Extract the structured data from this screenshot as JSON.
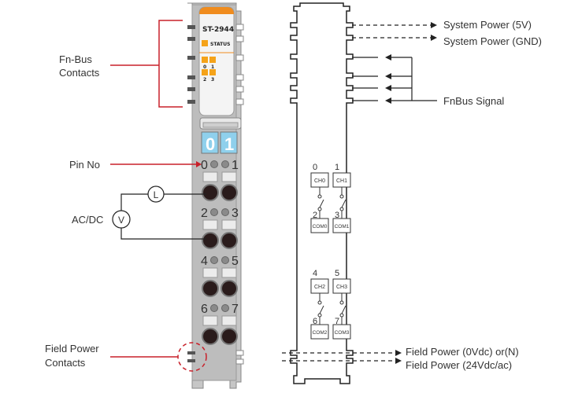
{
  "diagram": {
    "title": "ST-2944 module wiring diagram",
    "module": {
      "model": "ST-2944",
      "status_label": "STATUS",
      "led_labels": [
        "0",
        "1",
        "2",
        "3"
      ],
      "channel_indicator": [
        "0",
        "1"
      ],
      "pin_numbers": [
        "0",
        "1",
        "2",
        "3",
        "4",
        "5",
        "6",
        "7"
      ],
      "colors": {
        "header": "#f08c1e",
        "led": "#f5a31a",
        "window": "#8fd0ec",
        "body": "#c9c9c9"
      }
    },
    "left_labels": {
      "fn_bus_line1": "Fn-Bus",
      "fn_bus_line2": "Contacts",
      "pin_no": "Pin No",
      "ac_dc": "AC/DC",
      "load_symbol": "L",
      "voltage_symbol": "V",
      "field_power_line1": "Field Power",
      "field_power_line2": "Contacts"
    },
    "schematic": {
      "channels": [
        {
          "pin_top": "0",
          "box_top": "CH0",
          "pin_bottom": "2",
          "box_bottom": "COM0"
        },
        {
          "pin_top": "1",
          "box_top": "CH1",
          "pin_bottom": "3",
          "box_bottom": "COM1"
        },
        {
          "pin_top": "4",
          "box_top": "CH2",
          "pin_bottom": "6",
          "box_bottom": "COM2"
        },
        {
          "pin_top": "5",
          "box_top": "CH3",
          "pin_bottom": "7",
          "box_bottom": "COM3"
        }
      ],
      "right_labels": {
        "sys_power_5v": "System Power (5V)",
        "sys_power_gnd": "System Power (GND)",
        "fnbus_signal": "FnBus Signal",
        "field_power_0v": "Field Power (0Vdc) or(N)",
        "field_power_24v": "Field Power (24Vdc/ac)"
      }
    },
    "colors": {
      "callout": "#c8202a",
      "line": "#222222"
    }
  }
}
